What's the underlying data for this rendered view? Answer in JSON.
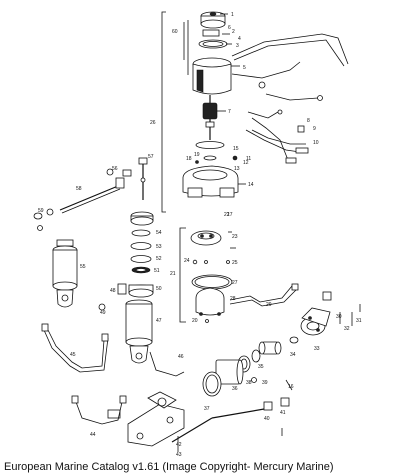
{
  "caption": "European Marine Catalog v1.61 (Image Copyright- Mercury Marine)",
  "callouts": [
    "1",
    "2",
    "3",
    "4",
    "5",
    "6",
    "7",
    "8",
    "9",
    "10",
    "11",
    "12",
    "13",
    "14",
    "15",
    "16",
    "17",
    "18",
    "19",
    "20",
    "21",
    "22",
    "23",
    "24",
    "25",
    "26",
    "27",
    "28",
    "29",
    "30",
    "31",
    "32",
    "33",
    "34",
    "35",
    "36",
    "37",
    "38",
    "39",
    "40",
    "41",
    "42",
    "43",
    "44",
    "45",
    "46",
    "47",
    "48",
    "49",
    "50",
    "51",
    "52",
    "53",
    "54",
    "55",
    "56",
    "57",
    "58",
    "59",
    "60"
  ],
  "colors": {
    "ink": "#111111",
    "paper": "#ffffff"
  }
}
